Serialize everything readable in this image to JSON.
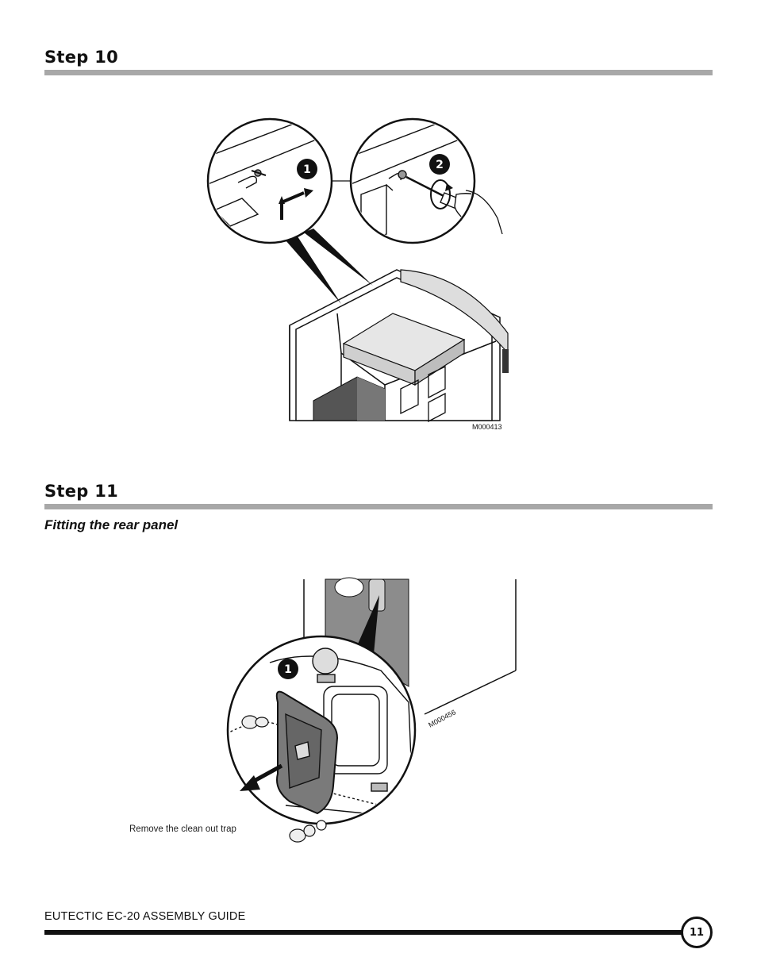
{
  "step10": {
    "title": "Step 10",
    "callout_1": "1",
    "callout_2": "2",
    "figure_code": "M000413"
  },
  "step11": {
    "title": "Step 11",
    "subtitle": "Fitting the rear panel",
    "callout_1": "1",
    "figure_code": "M000456",
    "caption": "Remove the clean out trap"
  },
  "footer": {
    "guide_title": "EUTECTIC EC-20 ASSEMBLY GUIDE",
    "page_number": "11"
  }
}
